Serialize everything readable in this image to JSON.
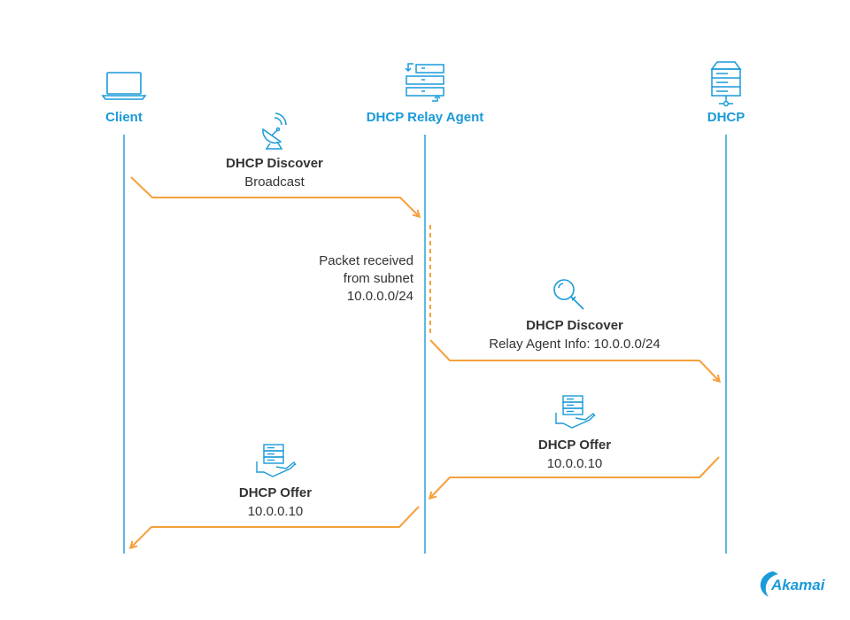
{
  "actors": {
    "client": "Client",
    "relay": "DHCP Relay Agent",
    "server": "DHCP"
  },
  "messages": {
    "discover_broadcast": {
      "title": "DHCP Discover",
      "subtitle": "Broadcast",
      "icon": "satellite-dish-icon"
    },
    "relay_note": [
      "Packet received",
      "from subnet",
      "10.0.0.0/24"
    ],
    "discover_relay": {
      "title": "DHCP Discover",
      "subtitle": "Relay Agent Info: 10.0.0.0/24",
      "icon": "magnifier-icon"
    },
    "offer_server": {
      "title": "DHCP Offer",
      "subtitle": "10.0.0.10",
      "icon": "server-hand-icon"
    },
    "offer_client": {
      "title": "DHCP Offer",
      "subtitle": "10.0.0.10",
      "icon": "server-hand-icon"
    }
  },
  "logo": {
    "text": "Akamai"
  },
  "colors": {
    "lifeline": "#1a9ad9",
    "arrow": "#f5a03c",
    "text": "#333333"
  }
}
